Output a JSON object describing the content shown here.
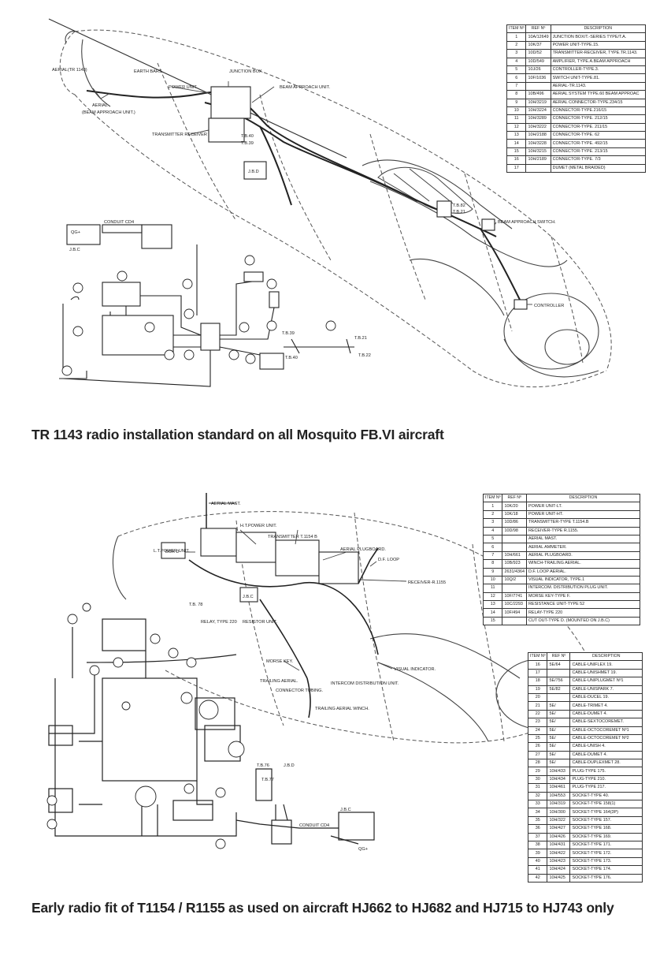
{
  "captions": {
    "top": "TR 1143 radio installation standard on all Mosquito FB.VI aircraft",
    "bottom": "Early radio fit of T1154 / R1155 as used on aircraft HJ662 to HJ682 and HJ715 to HJ743 only"
  },
  "top_diagram": {
    "labels": {
      "aerial_tr": "AERIAL(TR 1143)",
      "earth_bars": "EARTH BARS.",
      "junction_box": "JUNCTION BOX.",
      "power_unit": "POWER UNIT.",
      "beam_approach_unit": "BEAM APPROACH UNIT.",
      "aerial_beam": "AERIAL",
      "aerial_beam2": "(BEAM APPROACH UNIT.)",
      "transmitter_receiver": "TRANSMITTER RECEIVER",
      "tb40": "T.B.40",
      "tb39": "T.B.39",
      "jbd": "J.B.D",
      "tb82": "T.B.82",
      "tb21": "T.B.21",
      "beam_approach_switch": "BEAM APPROACH SWITCH.",
      "controller": "CONTROLLER",
      "conduit": "CONDUIT CD4",
      "qg": "QG+",
      "jbc": "J.B.C",
      "tb39b": "T.B.39",
      "tb21b": "T.B.21",
      "tb40b": "T.B.40",
      "tb22": "T.B.22"
    },
    "table": {
      "headers": [
        "ITEM Nº",
        "REF Nº",
        "DESCRIPTION"
      ],
      "rows": [
        [
          "1",
          "10A/12649",
          "JUNCTION BOX/T.-SERIES TYPE/T.A."
        ],
        [
          "2",
          "10K/37",
          "POWER UNIT-TYPE.15."
        ],
        [
          "3",
          "10D/52",
          "TRANSMITTER-RECEIVER, TYPE.TR.1143."
        ],
        [
          "4",
          "10D/549",
          "AMPLIFIER, TYPE.A.BEAM APPROACH"
        ],
        [
          "5",
          "10J/26",
          "CONTROLLER-TYPE.3."
        ],
        [
          "6",
          "10F/1036",
          "SWITCH UNIT-TYPE.81."
        ],
        [
          "7",
          "",
          "AERIAL-TR.1143."
        ],
        [
          "8",
          "10B/496",
          "AERIAL SYSTEM TYPE.60 BEAM APPROAC"
        ],
        [
          "9",
          "10H/3219",
          "AERIAL CONNECTOR-TYPE.234/15"
        ],
        [
          "10",
          "10H/3224",
          "CONNECTOR-TYPE.216/15"
        ],
        [
          "11",
          "10H/3289",
          "CONNECTOR-TYPE. 212/15"
        ],
        [
          "12",
          "10H/3222",
          "CONNECTOR-TYPE. 211/15"
        ],
        [
          "13",
          "10H/2188",
          "CONNECTOR-TYPE. 62"
        ],
        [
          "14",
          "10H/3228",
          "CONNECTOR-TYPE. 492/15"
        ],
        [
          "15",
          "10H/3215",
          "CONNECTOR-TYPE. 213/15"
        ],
        [
          "16",
          "10H/2189",
          "CONNECTOR-TYPE. 7/3"
        ],
        [
          "17",
          "",
          "DUMET (METAL BRAIDED)"
        ]
      ]
    }
  },
  "bottom_diagram": {
    "labels": {
      "aerial_mast": "AERIAL MAST.",
      "ht_power_unit": "H.T.POWER UNIT.",
      "transmitter": "TRANSMITTER T.1154 B",
      "aerial_plugboard": "AERIAL PLUGBOARD.",
      "lt_power_unit": "L.T.POWER UNIT.",
      "df_loop": "D.F. LOOP",
      "receiver": "RECEIVER-R.1155",
      "box_d": "BOX D",
      "tb78": "T.B. 78",
      "jbc": "J.B.C",
      "relay": "RELAY, TYPE 220",
      "resistor": "RESISTOR UNIT.",
      "morse_key": "MORSE KEY.",
      "visual_indicator": "VISUAL INDICATOR.",
      "trailing_aerial": "TRAILING AERIAL.",
      "intercom": "INTERCOM DISTRIBUTION UNIT.",
      "connector_tubing": "CONNECTOR TUBING.",
      "trailing_winch": "TRAILING AERIAL WINCH.",
      "tb76": "T.B.76",
      "tb77": "T.B.77",
      "jbd": "J.B.D",
      "conduit": "CONDUIT CD4",
      "jbc2": "J.B.C",
      "qg": "QG+"
    },
    "table1": {
      "headers": [
        "ITEM Nº",
        "REF Nº",
        "DESCRIPTION"
      ],
      "rows": [
        [
          "1",
          "10K/20",
          "POWER UNIT-LT."
        ],
        [
          "2",
          "10K/18",
          "POWER UNIT-HT."
        ],
        [
          "3",
          "10D/86",
          "TRANSMITTER-TYPE T.1154.B"
        ],
        [
          "4",
          "10D/98",
          "RECEIVER-TYPE R.1155."
        ],
        [
          "5",
          "",
          "AERIAL MAST."
        ],
        [
          "6",
          "",
          "AERIAL AMMETER."
        ],
        [
          "7",
          "10H/661",
          "AERIAL PLUGBOARD."
        ],
        [
          "8",
          "10B/923",
          "WINCH-TRAILING AERIAL."
        ],
        [
          "9",
          "2631/4364",
          "D.F. LOOP AERIAL."
        ],
        [
          "10",
          "10Q/2",
          "VISUAL INDICATOR, TYPE.1"
        ],
        [
          "11",
          "",
          "INTERCOM. DISTRIBUTION PLUG UNIT."
        ],
        [
          "12",
          "10F/7741",
          "MORSE KEY-TYPE F."
        ],
        [
          "13",
          "10C/2293",
          "RESISTANCE UNIT-TYPE 52"
        ],
        [
          "14",
          "10F/494",
          "RELAY-TYPE 220"
        ],
        [
          "15",
          "",
          "CUT OUT-TYPE D. (MOUNTED ON J.B.C)"
        ]
      ]
    },
    "table2": {
      "headers": [
        "ITEM Nº",
        "REF Nº",
        "DESCRIPTION"
      ],
      "rows": [
        [
          "16",
          "5E/64",
          "CABLE-UNIFLEX 19."
        ],
        [
          "17",
          "",
          "CABLE-UNISHMET 19."
        ],
        [
          "18",
          "5E/756",
          "CABLE-UNIPLUGMET Nº1"
        ],
        [
          "19",
          "5E/82",
          "CABLE-UNISPARK 7."
        ],
        [
          "20",
          "",
          "CABLE-DUCEL 19."
        ],
        [
          "21",
          "5E/",
          "CABLE-TRIMET 4."
        ],
        [
          "22",
          "5E/",
          "CABLE-DUMET 4."
        ],
        [
          "23",
          "5E/",
          "CABLE-SEXTOCOREMET."
        ],
        [
          "24",
          "5E/",
          "CABLE-OCTOCOREMET Nº1"
        ],
        [
          "25",
          "5E/",
          "CABLE-OCTOCOREMET Nº2"
        ],
        [
          "26",
          "5E/",
          "CABLE-UNISH 4."
        ],
        [
          "27",
          "5E/",
          "CABLE-DUMET 4."
        ],
        [
          "28",
          "5E/",
          "CABLE-DUPLEXMET 28."
        ],
        [
          "29",
          "10H/433",
          "PLUG-TYPE 175."
        ],
        [
          "30",
          "10H/434",
          "PLUG-TYPE 210."
        ],
        [
          "31",
          "10H/461",
          "PLUG-TYPE 217."
        ],
        [
          "32",
          "10H/553",
          "SOCKET-TYPE 40."
        ],
        [
          "33",
          "10H/319",
          "SOCKET-TYPE 158(1)"
        ],
        [
          "34",
          "10H/300",
          "SOCKET-TYPE 164(3P)"
        ],
        [
          "35",
          "10H/322",
          "SOCKET-TYPE 157."
        ],
        [
          "36",
          "10H/427",
          "SOCKET-TYPE 168."
        ],
        [
          "37",
          "10H/426",
          "SOCKET-TYPE 169."
        ],
        [
          "38",
          "10H/431",
          "SOCKET-TYPE 171."
        ],
        [
          "39",
          "10H/422",
          "SOCKET-TYPE 172."
        ],
        [
          "40",
          "10H/423",
          "SOCKET-TYPE 173."
        ],
        [
          "41",
          "10H/424",
          "SOCKET-TYPE 174."
        ],
        [
          "42",
          "10H/425",
          "SOCKET-TYPE 176."
        ]
      ]
    }
  }
}
